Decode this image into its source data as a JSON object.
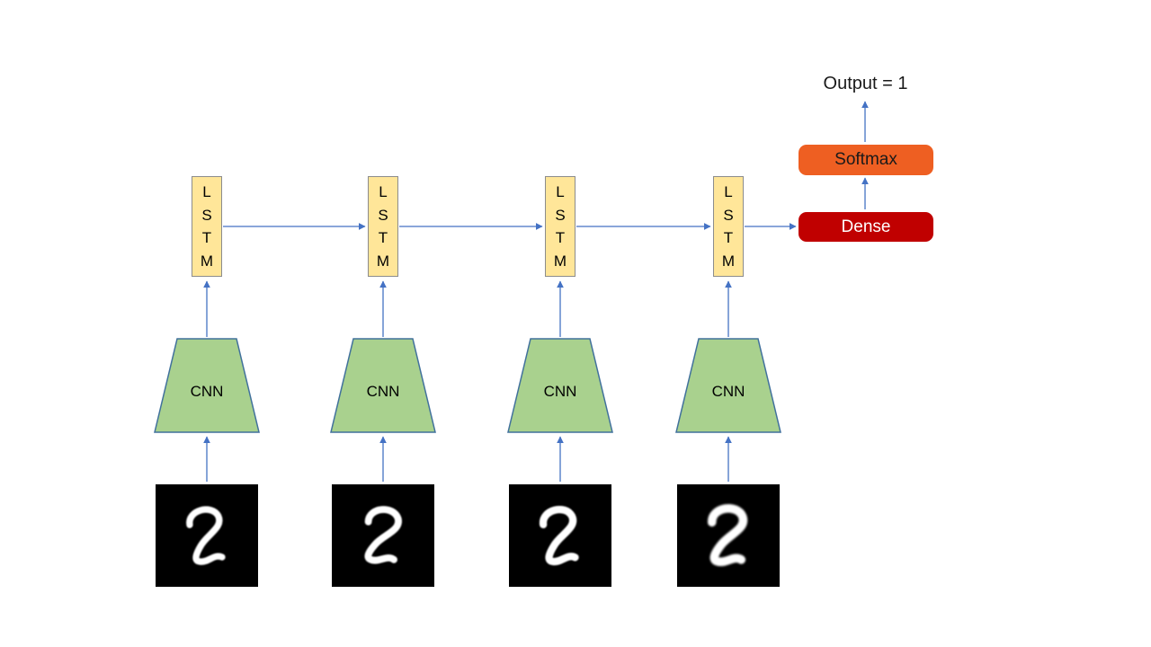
{
  "diagram": {
    "type": "cnn-lstm-architecture",
    "output_label": "Output = 1",
    "softmax": {
      "label": "Softmax",
      "fill": "#EE5F22",
      "text_color": "#1A1A1A"
    },
    "dense": {
      "label": "Dense",
      "fill": "#C00000",
      "text_color": "#FFFFFF"
    },
    "lstm_letters": [
      "L",
      "S",
      "T",
      "M"
    ],
    "cnn_label": "CNN",
    "num_timesteps": 4,
    "input_icon": "handwritten-digit-2-image",
    "colors": {
      "background": "#FFFFFF",
      "lstm_fill": "#FFE699",
      "lstm_border": "#8C8C8C",
      "cnn_fill": "#A9D18E",
      "cnn_border": "#41719C",
      "arrow": "#4472C4",
      "input_bg": "#000000",
      "digit_stroke": "#FFFFFF"
    }
  }
}
